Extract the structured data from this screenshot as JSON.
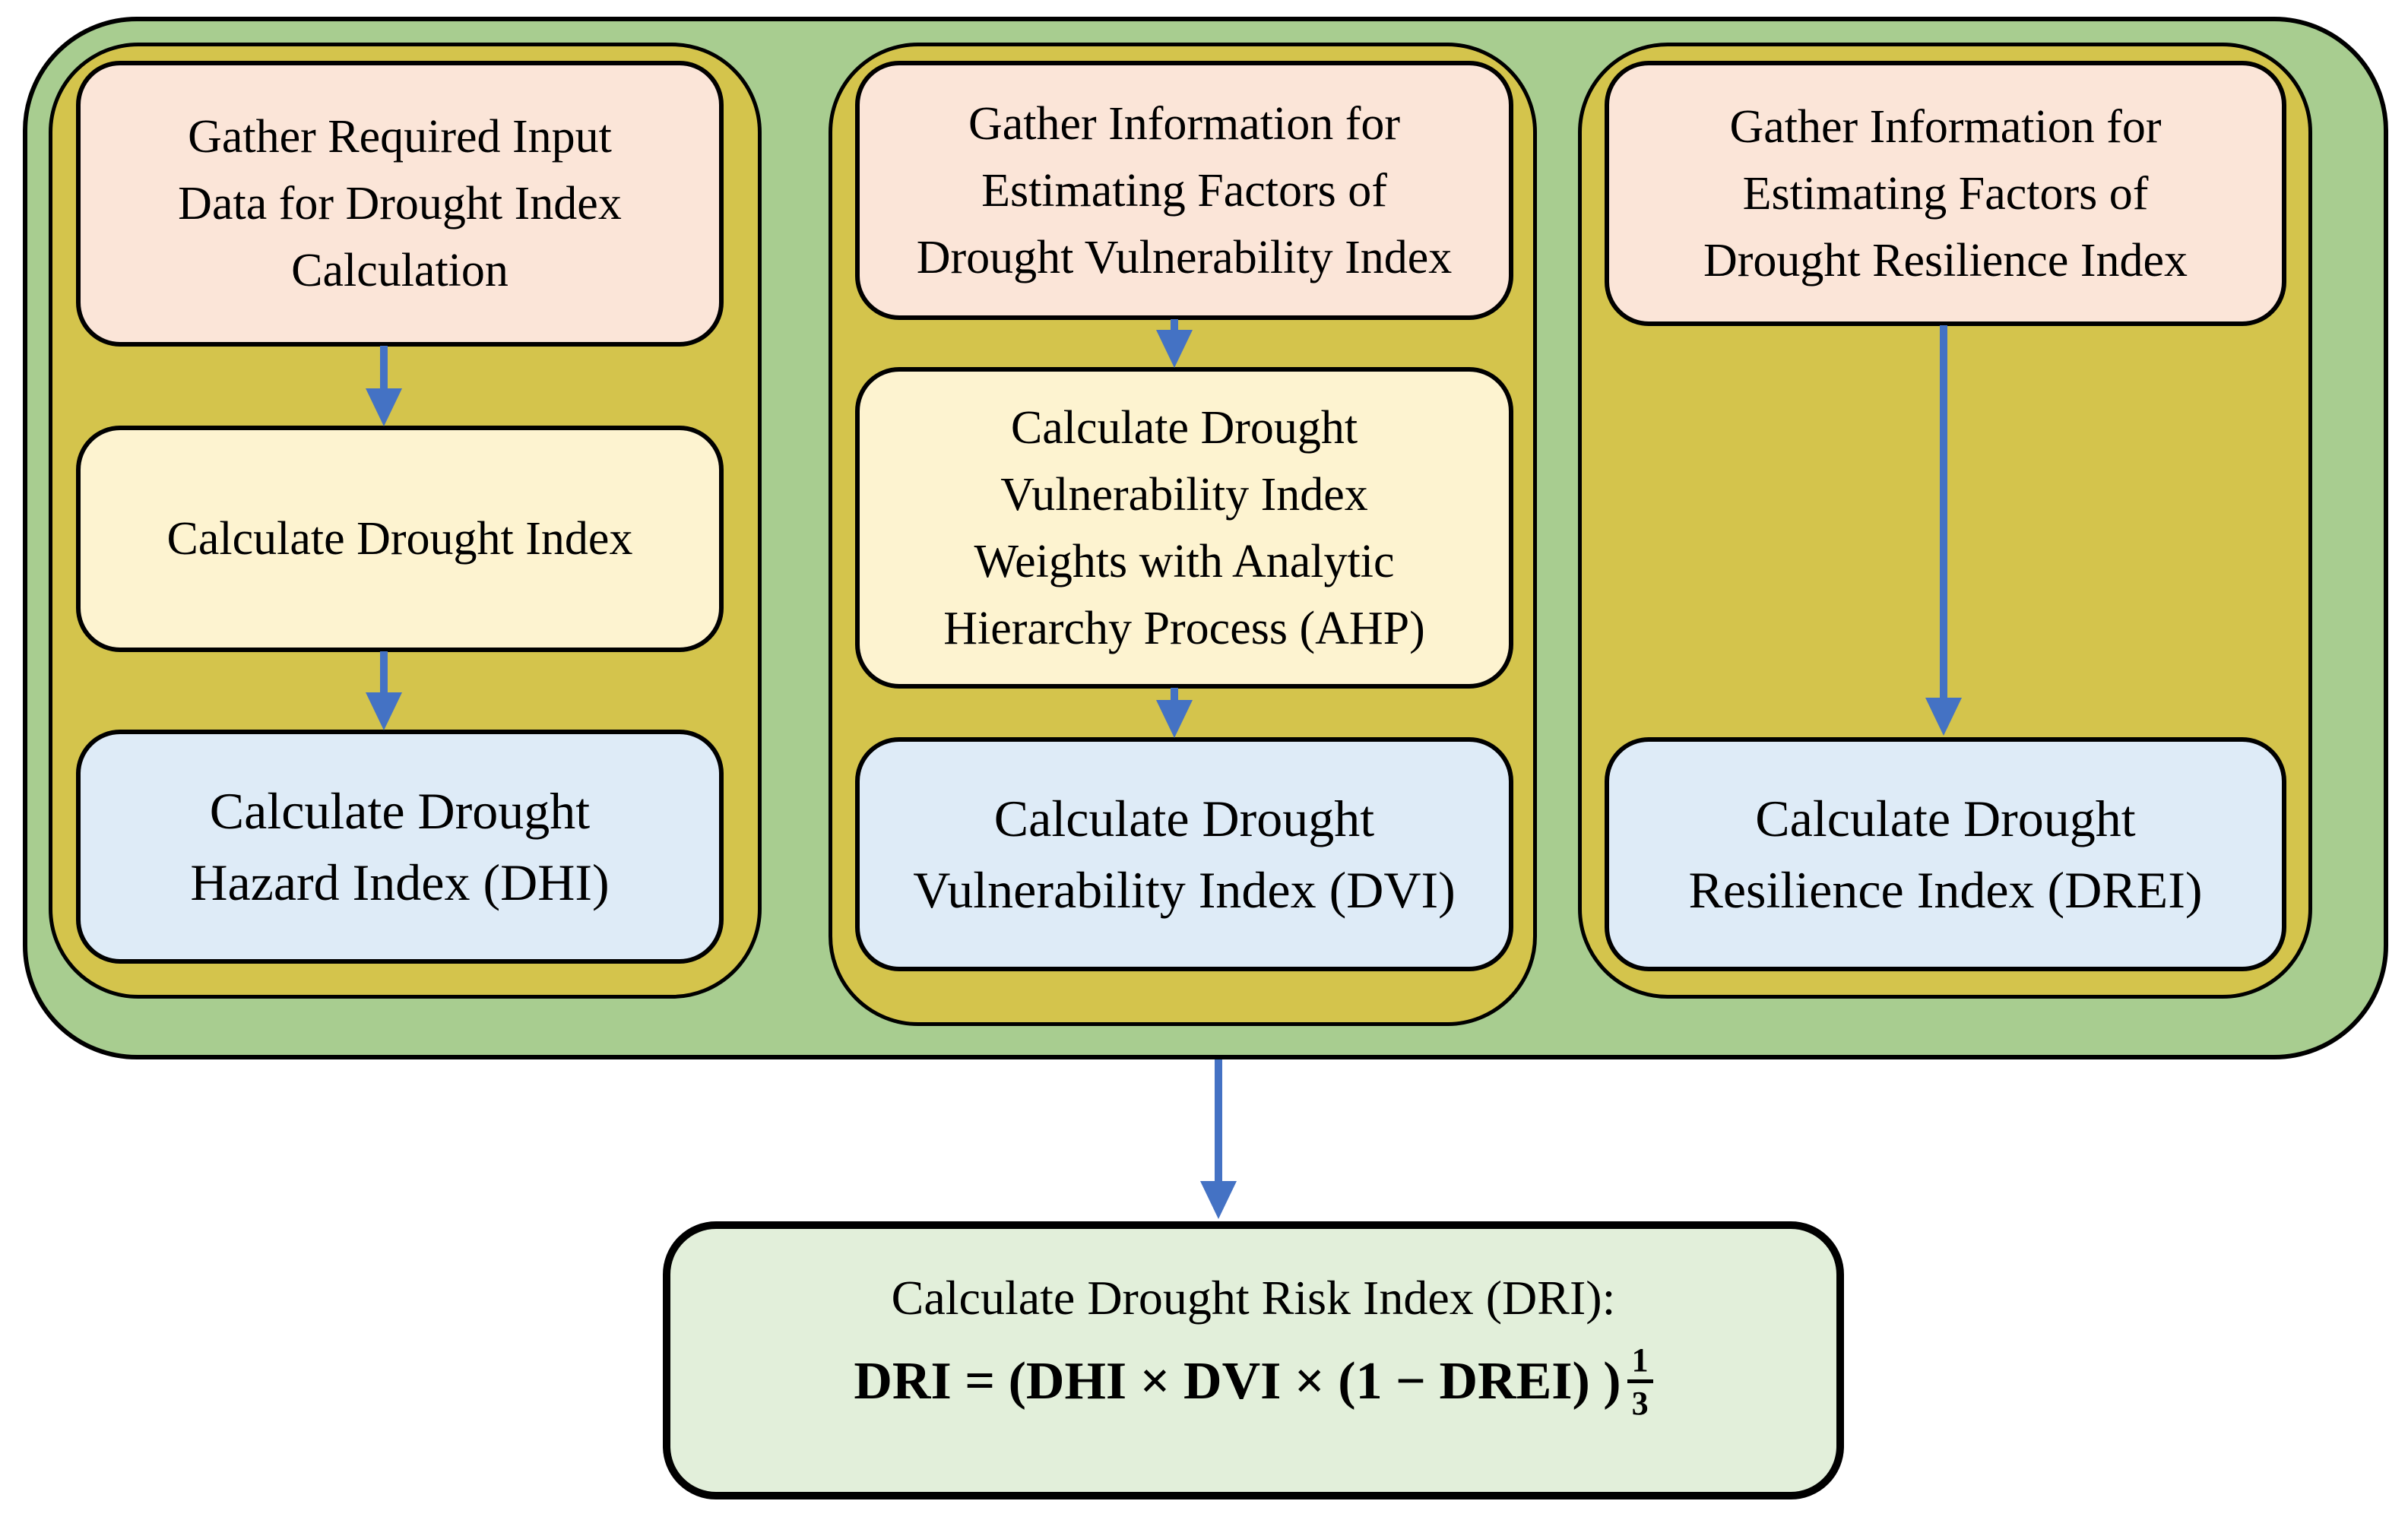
{
  "colors": {
    "container_green": "#a8cd90",
    "column_olive": "#d4c44c",
    "box_pink": "#fbe5d8",
    "box_cream": "#fdf3d0",
    "box_blue": "#deebf7",
    "result_green": "#e2efda",
    "arrow_blue": "#4472c4",
    "border": "#000000"
  },
  "columns": [
    {
      "name": "drought-hazard",
      "boxes": [
        {
          "lines": [
            "Gather Required Input",
            "Data for Drought Index",
            "Calculation"
          ]
        },
        {
          "lines": [
            "Calculate Drought Index"
          ]
        },
        {
          "lines": [
            "Calculate Drought",
            "Hazard Index (DHI)"
          ]
        }
      ]
    },
    {
      "name": "drought-vulnerability",
      "boxes": [
        {
          "lines": [
            "Gather Information for",
            "Estimating Factors of",
            "Drought Vulnerability Index"
          ]
        },
        {
          "lines": [
            "Calculate Drought",
            "Vulnerability Index",
            "Weights with Analytic",
            "Hierarchy Process (AHP)"
          ]
        },
        {
          "lines": [
            "Calculate Drought",
            "Vulnerability Index (DVI)"
          ]
        }
      ]
    },
    {
      "name": "drought-resilience",
      "boxes": [
        {
          "lines": [
            "Gather Information for",
            "Estimating Factors of",
            "Drought Resilience Index"
          ]
        },
        {
          "lines": [
            "Calculate Drought",
            "Resilience Index (DREI)"
          ]
        }
      ]
    }
  ],
  "result_box": {
    "title": "Calculate Drought Risk Index (DRI):",
    "formula_prefix": "DRI =  (DHI × DVI × (1 − DREI) )",
    "exponent_numerator": "1",
    "exponent_denominator": "3"
  }
}
